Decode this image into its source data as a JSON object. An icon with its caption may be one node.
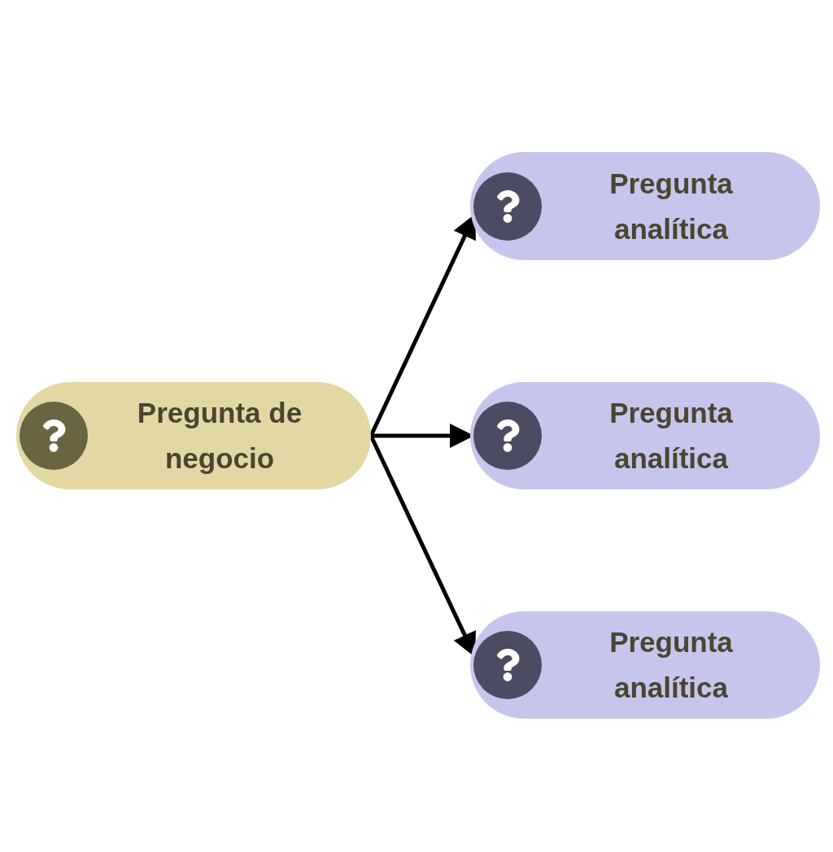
{
  "diagram": {
    "nodes": [
      {
        "text": [
          "Pregunta de negocio"
        ]
      },
      {
        "text": [
          "Pregunta analítica"
        ]
      },
      {
        "text": [
          "Pregunta analítica"
        ]
      },
      {
        "text": [
          "Pregunta analítica"
        ]
      }
    ],
    "edges": [
      {
        "from": 0,
        "to": 1,
        "arrow": "to"
      },
      {
        "from": 0,
        "to": 2,
        "arrow": "to"
      },
      {
        "from": 0,
        "to": 3,
        "arrow": "to"
      }
    ]
  }
}
